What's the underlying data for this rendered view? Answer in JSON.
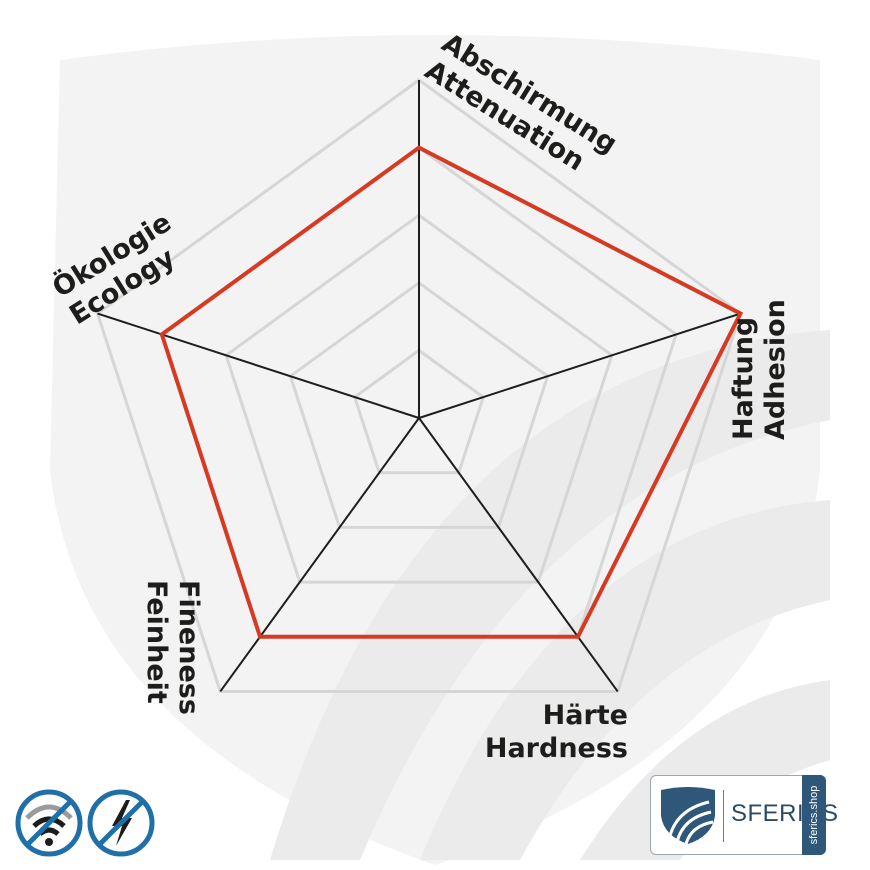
{
  "chart_data": {
    "type": "radar",
    "axes": [
      {
        "lines": [
          "Abschirmung",
          "Attenuation"
        ]
      },
      {
        "lines": [
          "Haftung",
          "Adhesion"
        ]
      },
      {
        "lines": [
          "Härte",
          "Hardness"
        ]
      },
      {
        "lines": [
          "Feinheit",
          "Fineness"
        ]
      },
      {
        "lines": [
          "Ökologie",
          "Ecology"
        ]
      }
    ],
    "max": 5,
    "levels": 5,
    "series": [
      {
        "values": [
          4,
          5,
          4,
          4,
          4
        ],
        "color": "#d63a22"
      }
    ],
    "grid": true
  },
  "colors": {
    "grid": "#d6d6d6",
    "axis": "#1d1d1b",
    "background_shield": "#f1f1f1",
    "brand_blue": "#2f5779"
  },
  "brand": {
    "name": "SFERICS",
    "registered": "®",
    "website": "sferics.shop"
  },
  "badges": [
    {
      "icon": "no-wifi-icon"
    },
    {
      "icon": "no-electricity-icon"
    }
  ]
}
